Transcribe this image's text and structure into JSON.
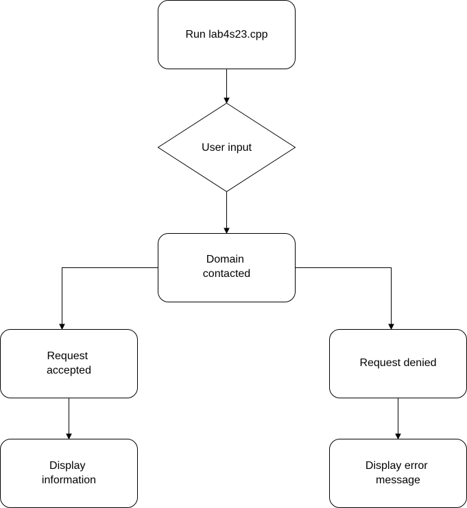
{
  "nodes": {
    "run": {
      "label": "Run lab4s23.cpp"
    },
    "user_input": {
      "label": "User input"
    },
    "domain": {
      "lines": [
        "Domain",
        "contacted"
      ]
    },
    "accepted": {
      "lines": [
        "Request",
        "accepted"
      ]
    },
    "denied": {
      "label": "Request denied"
    },
    "display_info": {
      "lines": [
        "Display",
        "information"
      ]
    },
    "display_error": {
      "lines": [
        "Display error",
        "message"
      ]
    }
  },
  "colors": {
    "stroke": "#000000",
    "fill": "#ffffff",
    "text": "#000000"
  }
}
